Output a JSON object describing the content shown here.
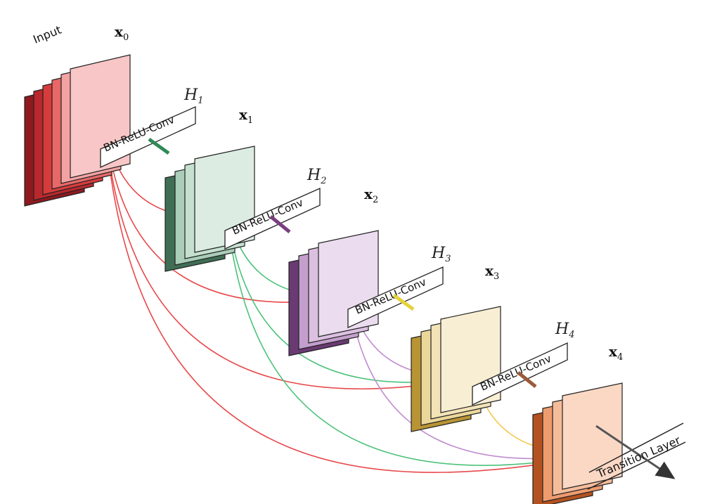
{
  "input_label": "Input",
  "transition_label": "Transition Layer",
  "stages": [
    {
      "x_label": "x",
      "x_sub": "0",
      "colors": [
        "#8e1a1f",
        "#b8282d",
        "#d63c3c",
        "#e86868",
        "#f3a2a2",
        "#f8c6c6"
      ]
    },
    {
      "h_label": "H",
      "h_sub": "1",
      "conv_label": "BN-ReLU-Conv",
      "x_label": "x",
      "x_sub": "1",
      "colors": [
        "#3f6e55",
        "#a9cdb8",
        "#c5e0cf",
        "#dcece2"
      ]
    },
    {
      "h_label": "H",
      "h_sub": "2",
      "conv_label": "BN-ReLU-Conv",
      "x_label": "x",
      "x_sub": "2",
      "colors": [
        "#6a3a72",
        "#c49fcd",
        "#dbc0e0",
        "#ebdcef"
      ]
    },
    {
      "h_label": "H",
      "h_sub": "3",
      "conv_label": "BN-ReLU-Conv",
      "x_label": "x",
      "x_sub": "3",
      "colors": [
        "#b89434",
        "#ecd79a",
        "#f3e3b7",
        "#f8eed3"
      ]
    },
    {
      "h_label": "H",
      "h_sub": "4",
      "conv_label": "BN-ReLU-Conv",
      "x_label": "x",
      "x_sub": "4",
      "colors": [
        "#b35220",
        "#ee9b6e",
        "#f5bc9a",
        "#fad8c4"
      ]
    }
  ],
  "connector_colors": [
    "#2e8a57",
    "#7a3f80",
    "#e3d23a",
    "#9b5a3a",
    "#8a1f24"
  ],
  "arc_colors": {
    "from_x0": "#e8484a",
    "from_x1": "#4cc27a",
    "from_x2": "#c08ad0",
    "from_x3": "#f2c84a"
  }
}
